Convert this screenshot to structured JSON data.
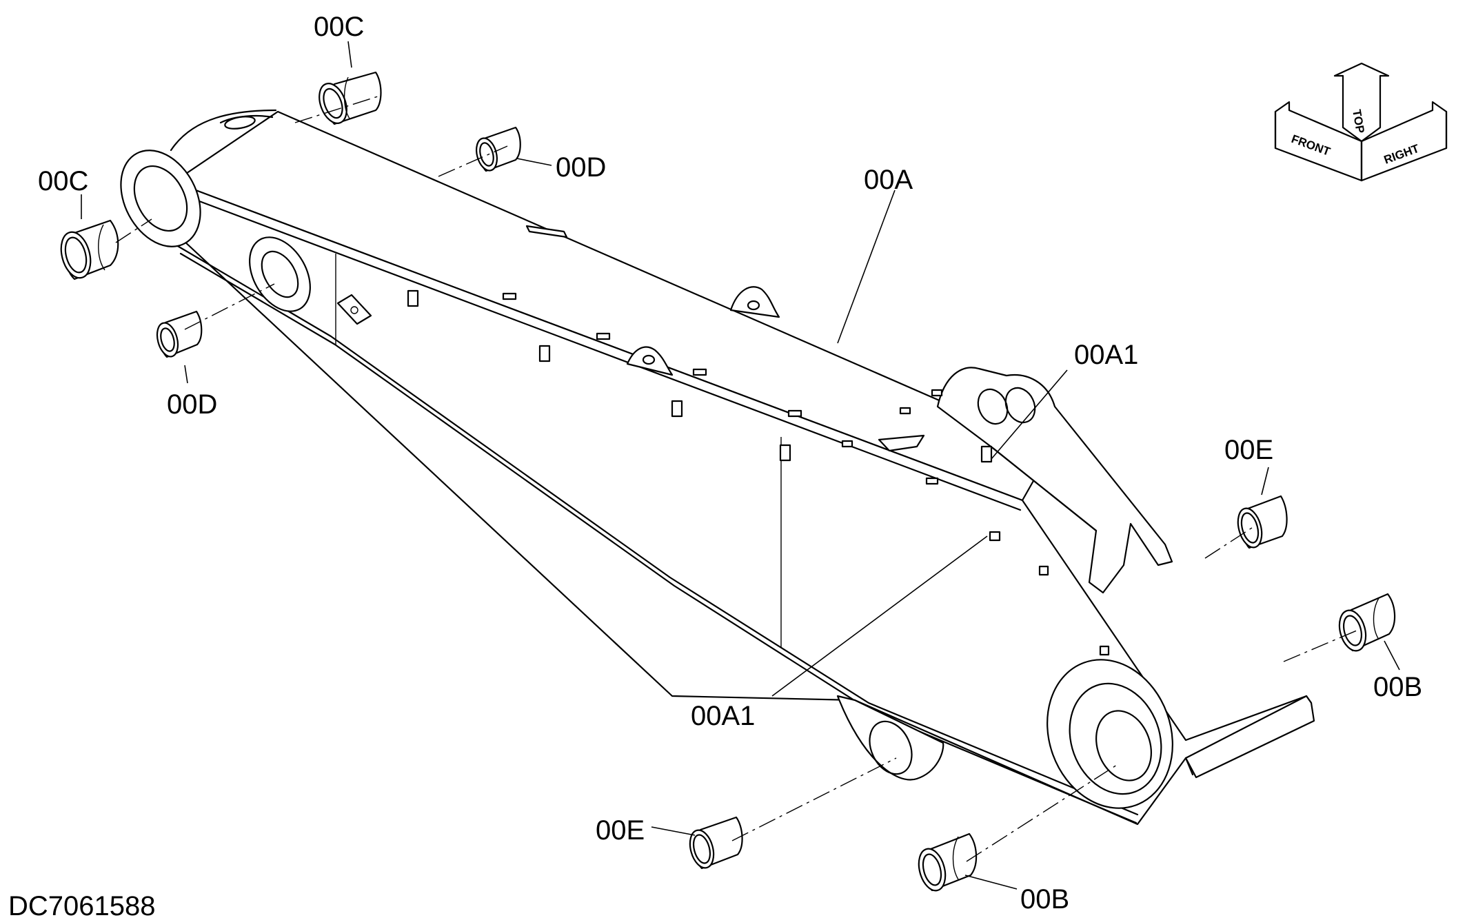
{
  "labels": {
    "c_top": "00C",
    "c_left": "00C",
    "d_top": "00D",
    "d_left": "00D",
    "a": "00A",
    "a1_top": "00A1",
    "a1_bottom": "00A1",
    "e_right": "00E",
    "e_bottom": "00E",
    "b_right": "00B",
    "b_bottom": "00B"
  },
  "drawing_number": "DC7061588",
  "orientation": {
    "front": "FRONT",
    "top": "TOP",
    "right": "RIGHT"
  }
}
